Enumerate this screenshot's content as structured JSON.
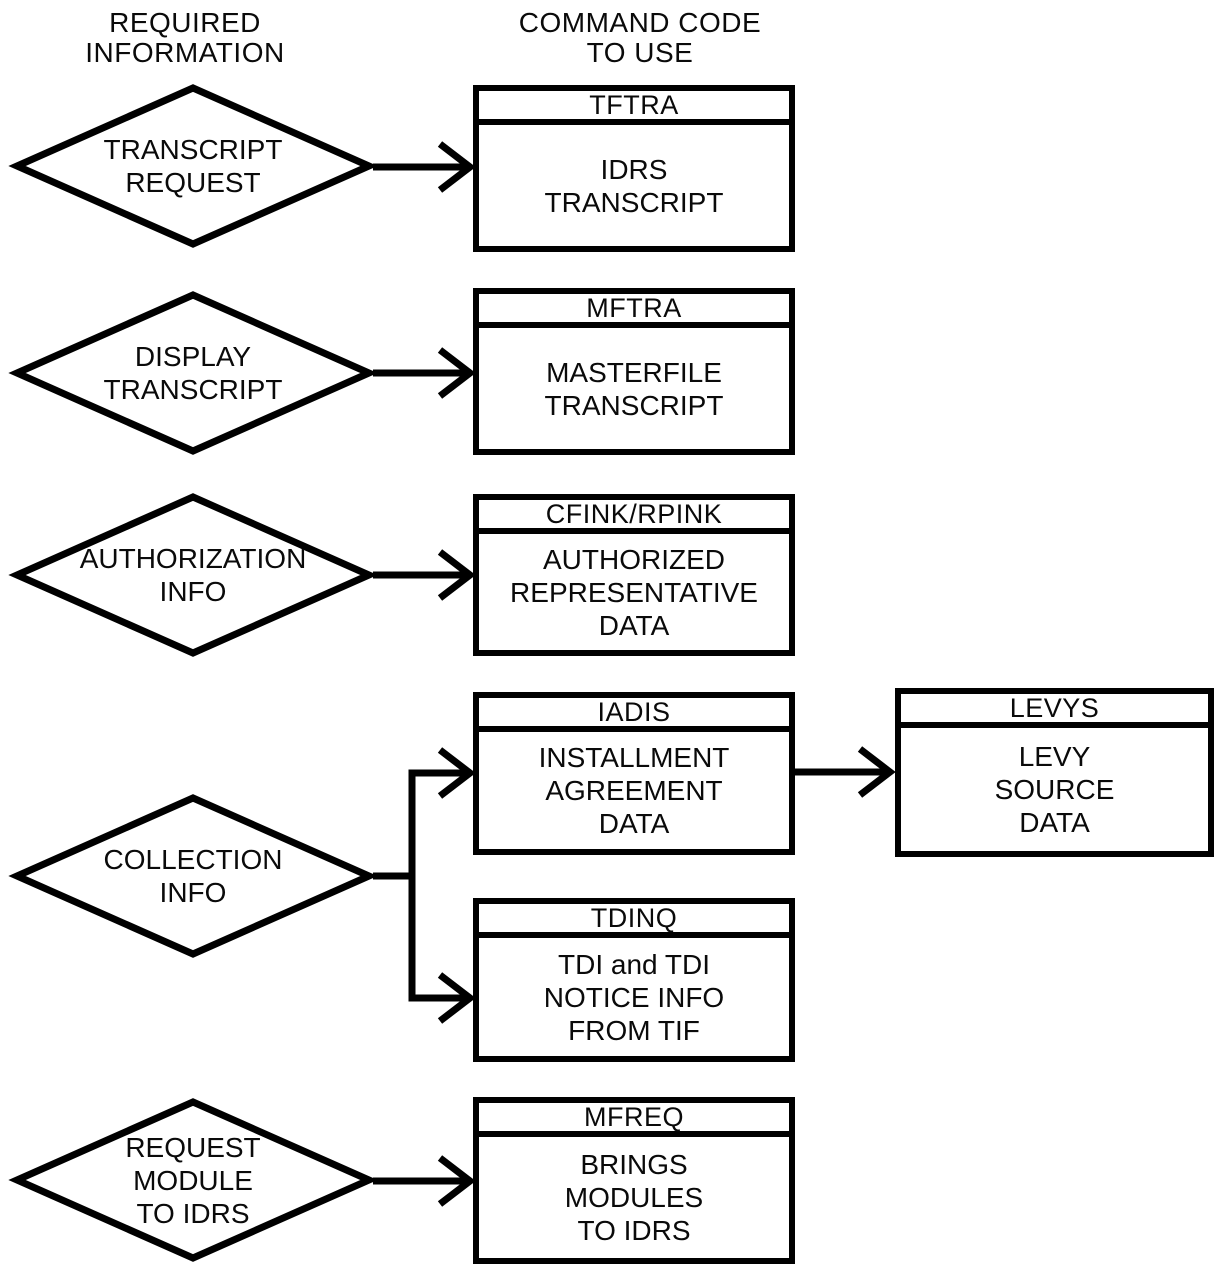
{
  "headers": {
    "left": "REQUIRED\nINFORMATION",
    "right": "COMMAND CODE\nTO USE"
  },
  "decisions": [
    {
      "label": "TRANSCRIPT\nREQUEST"
    },
    {
      "label": "DISPLAY\nTRANSCRIPT"
    },
    {
      "label": "AUTHORIZATION\nINFO"
    },
    {
      "label": "COLLECTION\nINFO"
    },
    {
      "label": "REQUEST\nMODULE\nTO IDRS"
    }
  ],
  "commands": [
    {
      "code": "TFTRA",
      "description": "IDRS\nTRANSCRIPT"
    },
    {
      "code": "MFTRA",
      "description": "MASTERFILE\nTRANSCRIPT"
    },
    {
      "code": "CFINK/RPINK",
      "description": "AUTHORIZED\nREPRESENTATIVE\nDATA"
    },
    {
      "code": "IADIS",
      "description": "INSTALLMENT\nAGREEMENT\nDATA"
    },
    {
      "code": "LEVYS",
      "description": "LEVY\nSOURCE\nDATA"
    },
    {
      "code": "TDINQ",
      "description": "TDI and TDI\nNOTICE INFO\nFROM TIF"
    },
    {
      "code": "MFREQ",
      "description": "BRINGS\nMODULES\nTO IDRS"
    }
  ],
  "colors": {
    "ink": "#000000",
    "background": "#ffffff"
  }
}
